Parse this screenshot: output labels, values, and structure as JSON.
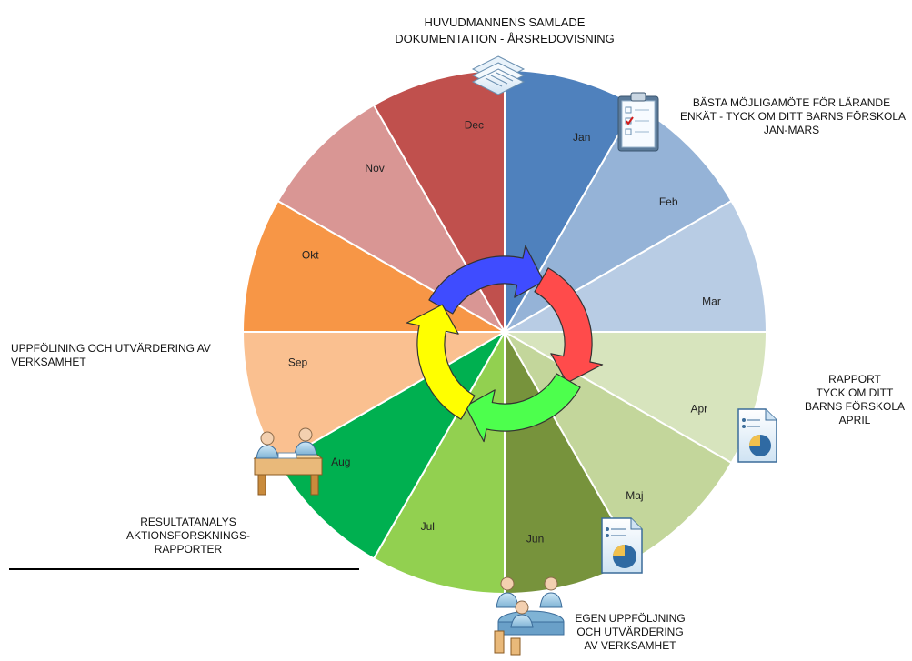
{
  "months": [
    {
      "label": "Jan",
      "color": "#4f81bd"
    },
    {
      "label": "Feb",
      "color": "#95b3d7"
    },
    {
      "label": "Mar",
      "color": "#b8cce4"
    },
    {
      "label": "Apr",
      "color": "#d7e4bd"
    },
    {
      "label": "Maj",
      "color": "#c3d69b"
    },
    {
      "label": "Jun",
      "color": "#77933c"
    },
    {
      "label": "Jul",
      "color": "#92d050"
    },
    {
      "label": "Aug",
      "color": "#00b050"
    },
    {
      "label": "Sep",
      "color": "#fac090"
    },
    {
      "label": "Okt",
      "color": "#f79646"
    },
    {
      "label": "Nov",
      "color": "#d99694"
    },
    {
      "label": "Dec",
      "color": "#c0504d"
    }
  ],
  "cycle_arrows": [
    {
      "color": "#3f4cff",
      "name": "blue"
    },
    {
      "color": "#ff4b4b",
      "name": "red"
    },
    {
      "color": "#4dff4d",
      "name": "green"
    },
    {
      "color": "#ffff00",
      "name": "yellow"
    }
  ],
  "annotations": {
    "top": [
      "HUVUDMANNENS SAMLADE",
      "DOKUMENTATION - ÅRSREDOVISNING"
    ],
    "top_right": [
      "BÄSTA MÖJLIGAMÖTE FÖR LÄRANDE",
      "ENKÄT - TYCK OM DITT BARNS FÖRSKOLA",
      "JAN-MARS"
    ],
    "right": [
      "RAPPORT",
      "TYCK OM DITT",
      "BARNS FÖRSKOLA",
      "APRIL"
    ],
    "left": [
      "UPPFÖLINING OCH UTVÄRDERING AV",
      "VERKSAMHET"
    ],
    "bottom_left": [
      "RESULTATANALYS",
      "AKTIONSFORSKNINGS-",
      "RAPPORTER"
    ],
    "bottom": [
      "EGEN UPPFÖLJNING",
      "OCH UTVÄRDERING",
      "AV VERKSAMHET"
    ]
  },
  "icons": [
    "documents-stack-icon",
    "checklist-clipboard-icon",
    "report-chart-icon-april",
    "report-chart-icon-june",
    "meeting-people-icon-august",
    "meeting-people-icon-june"
  ]
}
